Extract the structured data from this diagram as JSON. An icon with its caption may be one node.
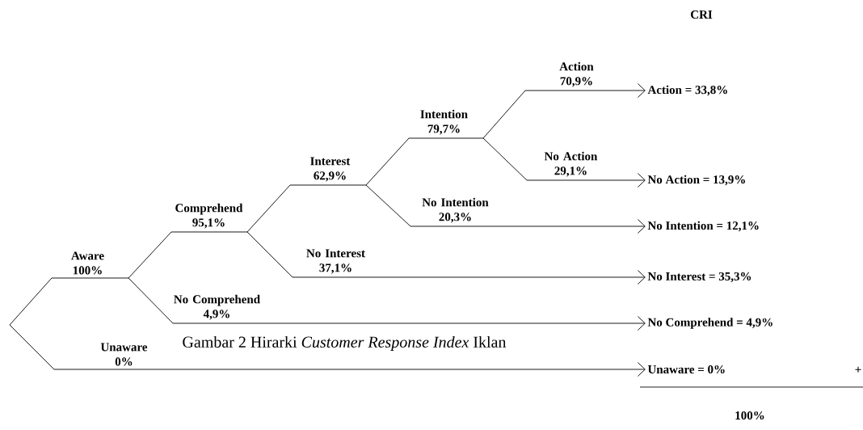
{
  "diagram": {
    "caption": "Gambar 2 Hirarki *Customer Response Index* Iklan",
    "nodes": [
      {
        "text": [
          "Aware",
          "100%"
        ]
      },
      {
        "text": [
          "Unaware",
          "0%"
        ]
      },
      {
        "text": [
          "Comprehend",
          "95,1%"
        ]
      },
      {
        "text": [
          "No Comprehend",
          "4,9%"
        ]
      },
      {
        "text": [
          "Interest",
          "62,9%"
        ]
      },
      {
        "text": [
          "No Interest",
          "37,1%"
        ]
      },
      {
        "text": [
          "Intention",
          "79,7%"
        ]
      },
      {
        "text": [
          "No Intention",
          "20,3%"
        ]
      },
      {
        "text": [
          "Action",
          "70,9%"
        ]
      },
      {
        "text": [
          "No Action",
          "29,1%"
        ]
      },
      {
        "text": [
          "Action = 33,8%"
        ]
      },
      {
        "text": [
          "No Action = 13,9%"
        ]
      },
      {
        "text": [
          "No Intention = 12,1%"
        ]
      },
      {
        "text": [
          "No Interest = 35,3%"
        ]
      },
      {
        "text": [
          "No Comprehend = 4,9%"
        ]
      },
      {
        "text": [
          "Unaware = 0%"
        ]
      }
    ],
    "edges": [
      {
        "from": null,
        "to": 0,
        "arrow": "none"
      },
      {
        "from": null,
        "to": 1,
        "arrow": "none"
      },
      {
        "from": 0,
        "to": 2,
        "arrow": "none"
      },
      {
        "from": 0,
        "to": 3,
        "arrow": "none"
      },
      {
        "from": 2,
        "to": 4,
        "arrow": "none"
      },
      {
        "from": 2,
        "to": 5,
        "arrow": "none"
      },
      {
        "from": 4,
        "to": 6,
        "arrow": "none"
      },
      {
        "from": 4,
        "to": 7,
        "arrow": "none"
      },
      {
        "from": 6,
        "to": 8,
        "arrow": "none"
      },
      {
        "from": 6,
        "to": 9,
        "arrow": "none"
      },
      {
        "from": 8,
        "to": 10,
        "arrow": "to"
      },
      {
        "from": 9,
        "to": 11,
        "arrow": "to"
      },
      {
        "from": 7,
        "to": 12,
        "arrow": "to"
      },
      {
        "from": 5,
        "to": 13,
        "arrow": "to"
      },
      {
        "from": 3,
        "to": 14,
        "arrow": "to"
      },
      {
        "from": 1,
        "to": 15,
        "arrow": "to"
      }
    ],
    "labels": [
      "CRI",
      "+",
      "100%"
    ]
  }
}
